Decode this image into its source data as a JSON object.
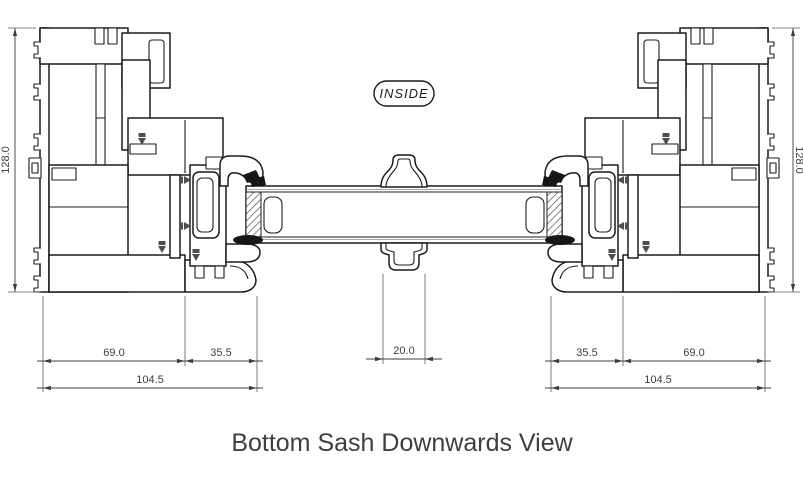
{
  "drawing": {
    "title": "Bottom Sash Downwards View",
    "inside_label": "INSIDE",
    "dimensions": {
      "left_height": "128.0",
      "right_height": "128.0",
      "left_frame_width": "69.0",
      "left_sash_width": "35.5",
      "center_clip_width": "20.0",
      "right_sash_width": "35.5",
      "right_frame_width": "69.0",
      "left_total_width": "104.5",
      "right_total_width": "104.5"
    },
    "colors": {
      "line": "#1c1c1c",
      "dimension": "#3e3e3e",
      "title_text": "#3f3f3f",
      "background": "#ffffff"
    }
  }
}
